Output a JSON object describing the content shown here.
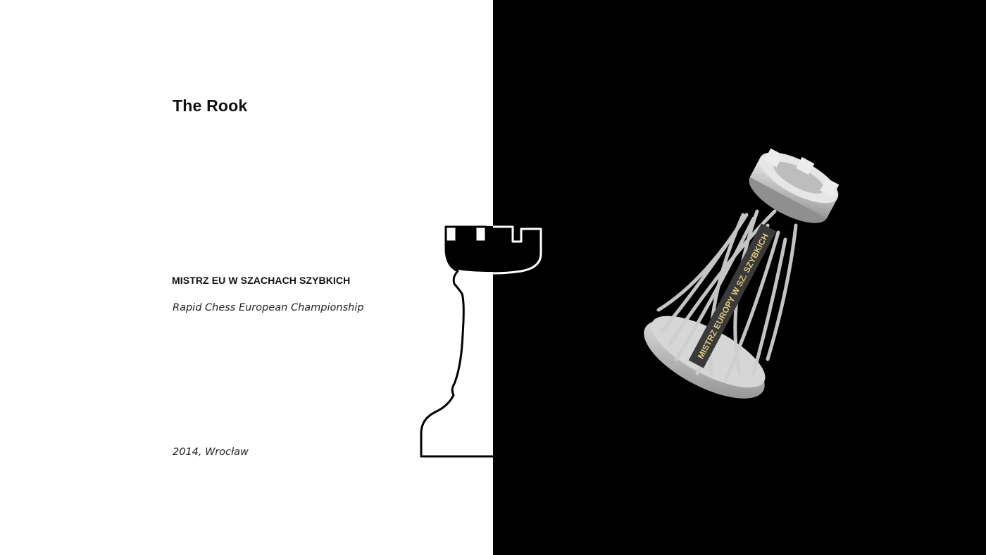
{
  "title": "The Rook",
  "subtitle_pl": "MISTRZ EU W SZACHACH SZYBKICH",
  "subtitle_en": "Rapid Chess European Championship",
  "date_place": "2014, Wrocław",
  "trophy_inscription": "MISTRZ EUROPY W SZ. SZYBKICH",
  "colors": {
    "left_bg": "#ffffff",
    "right_bg": "#000000",
    "text": "#111111",
    "trophy": "#d9d9d9",
    "inscription": "#e0c980"
  },
  "icons": {
    "rook_outline": "rook-outline-icon",
    "rook_trophy": "rook-trophy-image"
  }
}
